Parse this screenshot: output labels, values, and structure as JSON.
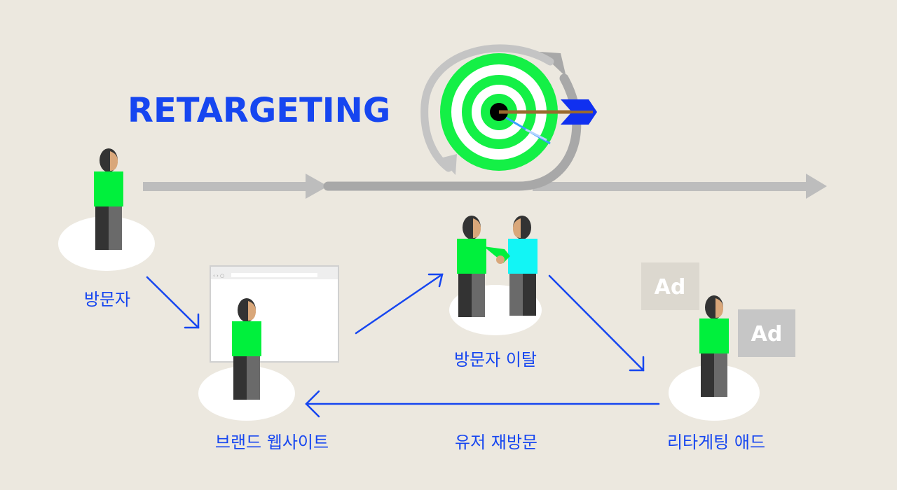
{
  "title": "RETARGETING",
  "labels": {
    "visitor": "방문자",
    "brand_website": "브랜드 웹사이트",
    "visitor_bounce": "방문자 이탈",
    "revisit": "유저 재방문",
    "retargeting_ad": "리타게팅 애드"
  },
  "ads": {
    "ad1": "Ad",
    "ad2": "Ad"
  },
  "colors": {
    "background": "#ece8df",
    "accent_blue": "#1646f0",
    "person_green": "#00f03c",
    "person_cyan": "#12f5f5",
    "target_green": "#14f046",
    "flow_gray": "#bbbbbb"
  }
}
